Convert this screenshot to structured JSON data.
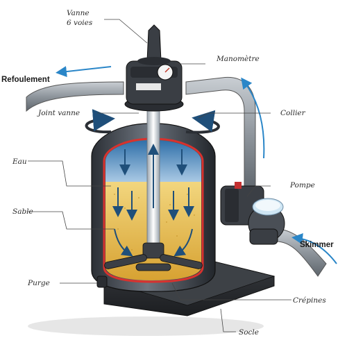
{
  "labels": {
    "vanne_line1": "Vanne",
    "vanne_line2": "6 voies",
    "manometre": "Manomètre",
    "refoulement": "Refoulement",
    "joint_vanne": "Joint vanne",
    "collier": "Collier",
    "eau": "Eau",
    "pompe": "Pompe",
    "sable": "Sable",
    "skimmer": "Skimmer",
    "purge": "Purge",
    "crepines": "Crépines",
    "socle": "Socle"
  },
  "colors": {
    "tank": "#3a3f47",
    "tank_highlight": "#8b939e",
    "sand": "#e7b945",
    "sand_light": "#f4d77a",
    "water": "#3f7fb6",
    "inner_wall": "#d8322e",
    "pipe": "#9aa0a6",
    "flow_arrow": "#2a86c8",
    "base": "#2c2f33"
  }
}
